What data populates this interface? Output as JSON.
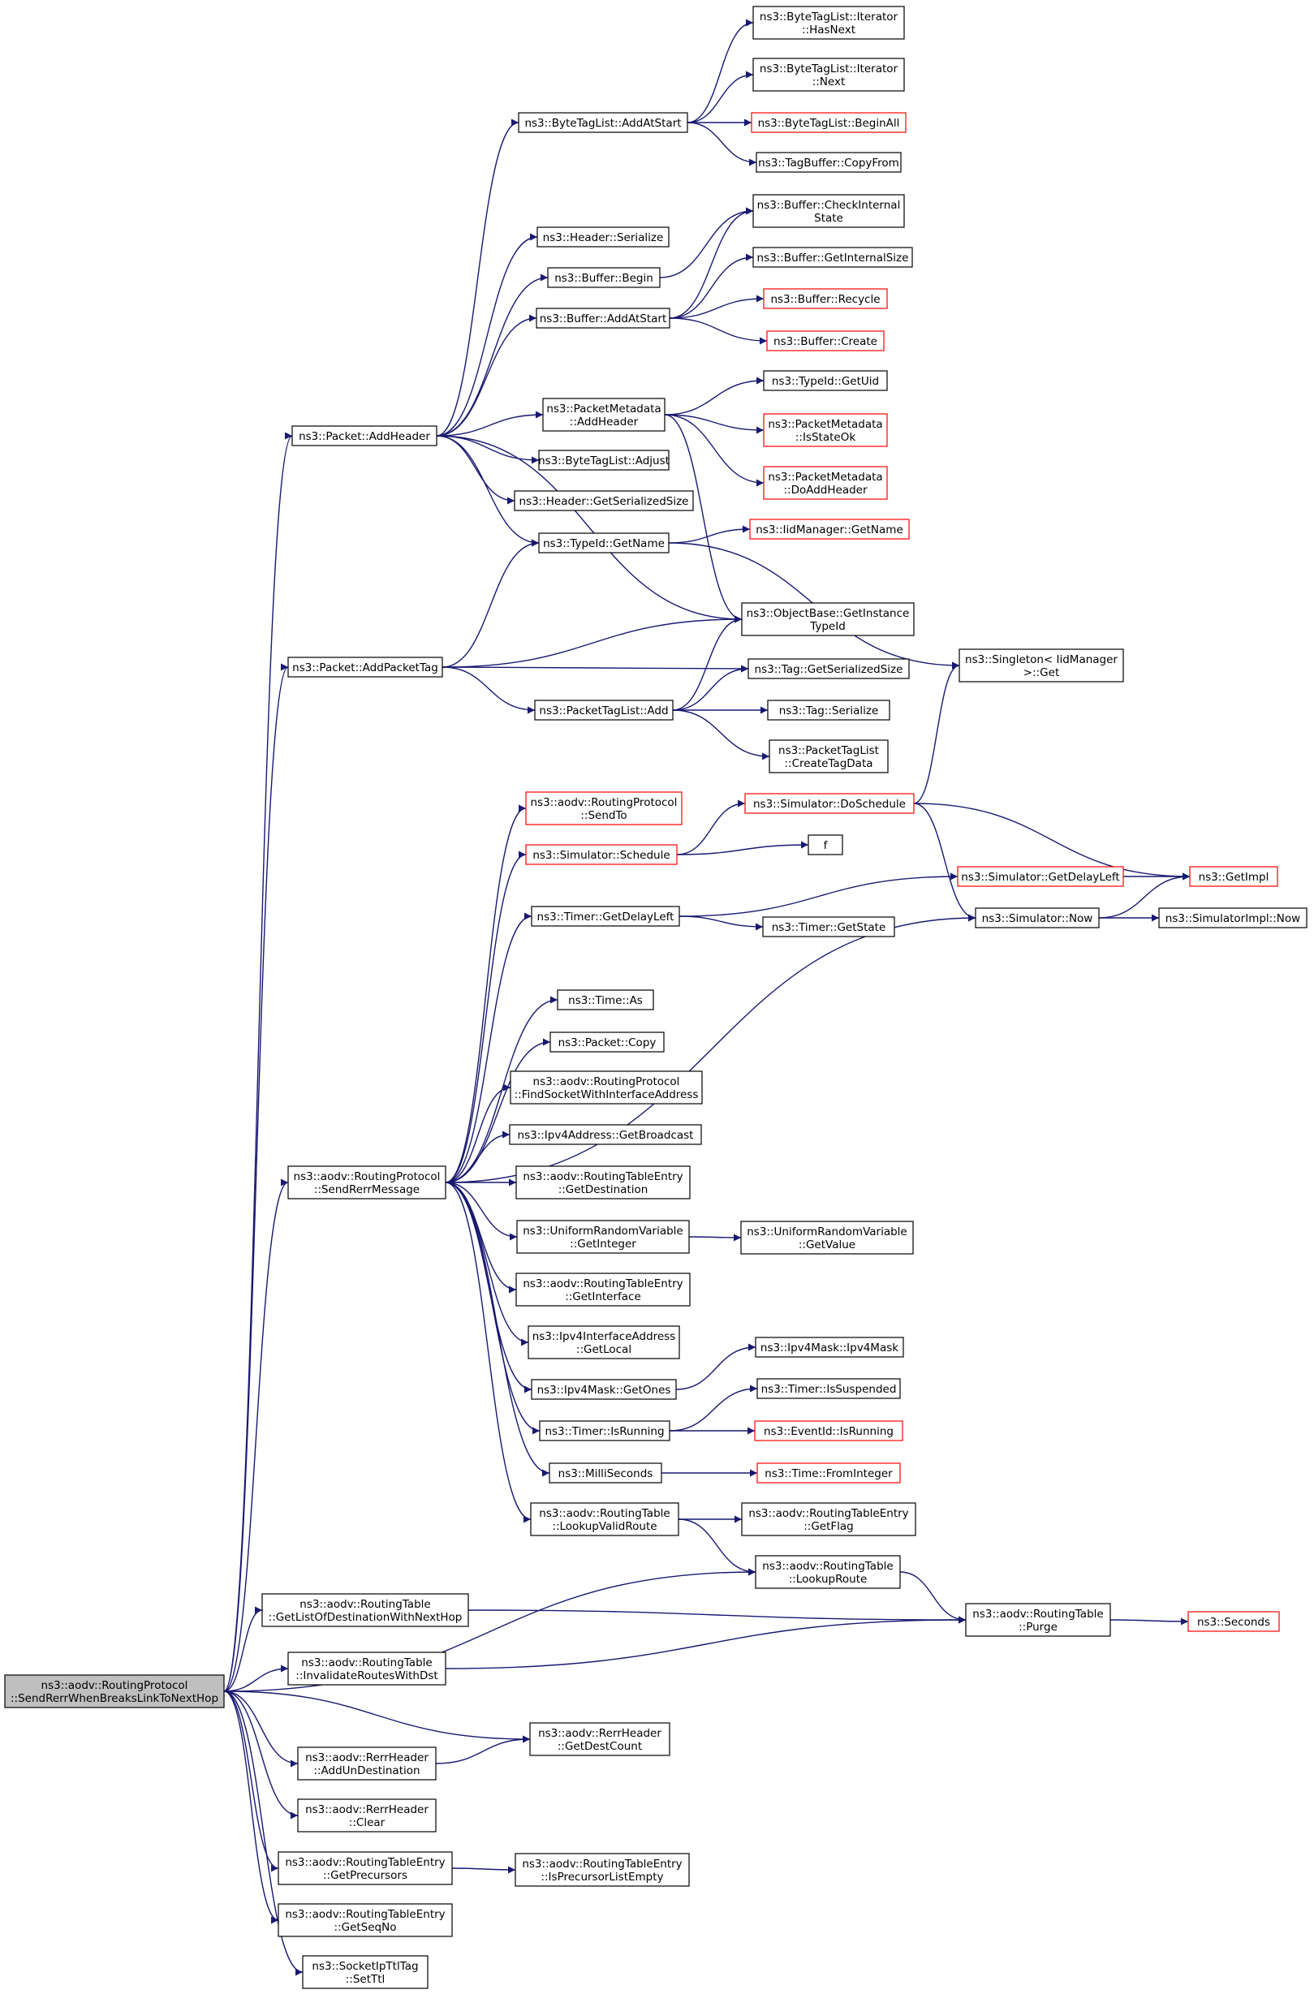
{
  "colors": {
    "edge": "#191970",
    "node_border": "#000000",
    "node_border_truncated": "#ff0000",
    "node_fill": "#ffffff",
    "root_fill": "#bfbfbf",
    "text": "#000000"
  },
  "nodes": [
    {
      "id": "root",
      "lines": [
        "ns3::aodv::RoutingProtocol",
        "::SendRerrWhenBreaksLinkToNextHop"
      ],
      "style": "root"
    },
    {
      "id": "addHeader",
      "lines": [
        "ns3::Packet::AddHeader"
      ],
      "style": "normal"
    },
    {
      "id": "addPacketTag",
      "lines": [
        "ns3::Packet::AddPacketTag"
      ],
      "style": "normal"
    },
    {
      "id": "sendRerrMessage",
      "lines": [
        "ns3::aodv::RoutingProtocol",
        "::SendRerrMessage"
      ],
      "style": "normal"
    },
    {
      "id": "getListOfDest",
      "lines": [
        "ns3::aodv::RoutingTable",
        "::GetListOfDestinationWithNextHop"
      ],
      "style": "normal"
    },
    {
      "id": "invalidateRoutes",
      "lines": [
        "ns3::aodv::RoutingTable",
        "::InvalidateRoutesWithDst"
      ],
      "style": "normal"
    },
    {
      "id": "addUnDestination",
      "lines": [
        "ns3::aodv::RerrHeader",
        "::AddUnDestination"
      ],
      "style": "normal"
    },
    {
      "id": "rerrClear",
      "lines": [
        "ns3::aodv::RerrHeader",
        "::Clear"
      ],
      "style": "normal"
    },
    {
      "id": "getPrecursors",
      "lines": [
        "ns3::aodv::RoutingTableEntry",
        "::GetPrecursors"
      ],
      "style": "normal"
    },
    {
      "id": "getSeqNo",
      "lines": [
        "ns3::aodv::RoutingTableEntry",
        "::GetSeqNo"
      ],
      "style": "normal"
    },
    {
      "id": "setTtl",
      "lines": [
        "ns3::SocketIpTtlTag",
        "::SetTtl"
      ],
      "style": "normal"
    },
    {
      "id": "btlAddAtStart",
      "lines": [
        "ns3::ByteTagList::AddAtStart"
      ],
      "style": "normal"
    },
    {
      "id": "headerSerialize",
      "lines": [
        "ns3::Header::Serialize"
      ],
      "style": "normal"
    },
    {
      "id": "bufferBegin",
      "lines": [
        "ns3::Buffer::Begin"
      ],
      "style": "normal"
    },
    {
      "id": "bufferAddAtStart",
      "lines": [
        "ns3::Buffer::AddAtStart"
      ],
      "style": "normal"
    },
    {
      "id": "pmAddHeader",
      "lines": [
        "ns3::PacketMetadata",
        "::AddHeader"
      ],
      "style": "normal"
    },
    {
      "id": "btlAdjust",
      "lines": [
        "ns3::ByteTagList::Adjust"
      ],
      "style": "normal"
    },
    {
      "id": "headerGetSerSize",
      "lines": [
        "ns3::Header::GetSerializedSize"
      ],
      "style": "normal"
    },
    {
      "id": "typeIdGetName",
      "lines": [
        "ns3::TypeId::GetName"
      ],
      "style": "normal"
    },
    {
      "id": "ptlAdd",
      "lines": [
        "ns3::PacketTagList::Add"
      ],
      "style": "normal"
    },
    {
      "id": "iterHasNext",
      "lines": [
        "ns3::ByteTagList::Iterator",
        "::HasNext"
      ],
      "style": "normal"
    },
    {
      "id": "iterNext",
      "lines": [
        "ns3::ByteTagList::Iterator",
        "::Next"
      ],
      "style": "normal"
    },
    {
      "id": "btlBeginAll",
      "lines": [
        "ns3::ByteTagList::BeginAll"
      ],
      "style": "truncated"
    },
    {
      "id": "tagBufCopyFrom",
      "lines": [
        "ns3::TagBuffer::CopyFrom"
      ],
      "style": "normal"
    },
    {
      "id": "bufCheckInternal",
      "lines": [
        "ns3::Buffer::CheckInternal",
        "State"
      ],
      "style": "normal"
    },
    {
      "id": "bufGetInternalSize",
      "lines": [
        "ns3::Buffer::GetInternalSize"
      ],
      "style": "normal"
    },
    {
      "id": "bufRecycle",
      "lines": [
        "ns3::Buffer::Recycle"
      ],
      "style": "truncated"
    },
    {
      "id": "bufCreate",
      "lines": [
        "ns3::Buffer::Create"
      ],
      "style": "truncated"
    },
    {
      "id": "typeIdGetUid",
      "lines": [
        "ns3::TypeId::GetUid"
      ],
      "style": "normal"
    },
    {
      "id": "pmIsStateOk",
      "lines": [
        "ns3::PacketMetadata",
        "::IsStateOk"
      ],
      "style": "truncated"
    },
    {
      "id": "pmDoAddHeader",
      "lines": [
        "ns3::PacketMetadata",
        "::DoAddHeader"
      ],
      "style": "truncated"
    },
    {
      "id": "iidMgrGetName",
      "lines": [
        "ns3::IidManager::GetName"
      ],
      "style": "truncated"
    },
    {
      "id": "objGetInstanceTypeId",
      "lines": [
        "ns3::ObjectBase::GetInstance",
        "TypeId"
      ],
      "style": "normal"
    },
    {
      "id": "tagGetSerSize",
      "lines": [
        "ns3::Tag::GetSerializedSize"
      ],
      "style": "normal"
    },
    {
      "id": "tagSerialize",
      "lines": [
        "ns3::Tag::Serialize"
      ],
      "style": "normal"
    },
    {
      "id": "ptlCreateTagData",
      "lines": [
        "ns3::PacketTagList",
        "::CreateTagData"
      ],
      "style": "normal"
    },
    {
      "id": "singletonGet",
      "lines": [
        "ns3::Singleton< IidManager",
        ">::Get"
      ],
      "style": "normal"
    },
    {
      "id": "rpSendTo",
      "lines": [
        "ns3::aodv::RoutingProtocol",
        "::SendTo"
      ],
      "style": "truncated"
    },
    {
      "id": "simSchedule",
      "lines": [
        "ns3::Simulator::Schedule"
      ],
      "style": "truncated"
    },
    {
      "id": "timerGetDelayLeft",
      "lines": [
        "ns3::Timer::GetDelayLeft"
      ],
      "style": "normal"
    },
    {
      "id": "timeAs",
      "lines": [
        "ns3::Time::As"
      ],
      "style": "normal"
    },
    {
      "id": "packetCopy",
      "lines": [
        "ns3::Packet::Copy"
      ],
      "style": "normal"
    },
    {
      "id": "findSocket",
      "lines": [
        "ns3::aodv::RoutingProtocol",
        "::FindSocketWithInterfaceAddress"
      ],
      "style": "normal"
    },
    {
      "id": "ipv4GetBroadcast",
      "lines": [
        "ns3::Ipv4Address::GetBroadcast"
      ],
      "style": "normal"
    },
    {
      "id": "rteGetDestination",
      "lines": [
        "ns3::aodv::RoutingTableEntry",
        "::GetDestination"
      ],
      "style": "normal"
    },
    {
      "id": "urvGetInteger",
      "lines": [
        "ns3::UniformRandomVariable",
        "::GetInteger"
      ],
      "style": "normal"
    },
    {
      "id": "rteGetInterface",
      "lines": [
        "ns3::aodv::RoutingTableEntry",
        "::GetInterface"
      ],
      "style": "normal"
    },
    {
      "id": "ifaceGetLocal",
      "lines": [
        "ns3::Ipv4InterfaceAddress",
        "::GetLocal"
      ],
      "style": "normal"
    },
    {
      "id": "maskGetOnes",
      "lines": [
        "ns3::Ipv4Mask::GetOnes"
      ],
      "style": "normal"
    },
    {
      "id": "timerIsRunning",
      "lines": [
        "ns3::Timer::IsRunning"
      ],
      "style": "normal"
    },
    {
      "id": "milliSeconds",
      "lines": [
        "ns3::MilliSeconds"
      ],
      "style": "normal"
    },
    {
      "id": "rtLookupValidRoute",
      "lines": [
        "ns3::aodv::RoutingTable",
        "::LookupValidRoute"
      ],
      "style": "normal"
    },
    {
      "id": "simDoSchedule",
      "lines": [
        "ns3::Simulator::DoSchedule"
      ],
      "style": "truncated"
    },
    {
      "id": "fNode",
      "lines": [
        "f"
      ],
      "style": "normal"
    },
    {
      "id": "simGetDelayLeft",
      "lines": [
        "ns3::Simulator::GetDelayLeft"
      ],
      "style": "truncated"
    },
    {
      "id": "timerGetState",
      "lines": [
        "ns3::Timer::GetState"
      ],
      "style": "normal"
    },
    {
      "id": "simNow",
      "lines": [
        "ns3::Simulator::Now"
      ],
      "style": "normal"
    },
    {
      "id": "getImpl",
      "lines": [
        "ns3::GetImpl"
      ],
      "style": "truncated"
    },
    {
      "id": "simImplNow",
      "lines": [
        "ns3::SimulatorImpl::Now"
      ],
      "style": "normal"
    },
    {
      "id": "urvGetValue",
      "lines": [
        "ns3::UniformRandomVariable",
        "::GetValue"
      ],
      "style": "normal"
    },
    {
      "id": "maskCtor",
      "lines": [
        "ns3::Ipv4Mask::Ipv4Mask"
      ],
      "style": "normal"
    },
    {
      "id": "timerIsSuspended",
      "lines": [
        "ns3::Timer::IsSuspended"
      ],
      "style": "normal"
    },
    {
      "id": "eventIdIsRunning",
      "lines": [
        "ns3::EventId::IsRunning"
      ],
      "style": "truncated"
    },
    {
      "id": "timeFromInteger",
      "lines": [
        "ns3::Time::FromInteger"
      ],
      "style": "truncated"
    },
    {
      "id": "rteGetFlag",
      "lines": [
        "ns3::aodv::RoutingTableEntry",
        "::GetFlag"
      ],
      "style": "normal"
    },
    {
      "id": "rtLookupRoute",
      "lines": [
        "ns3::aodv::RoutingTable",
        "::LookupRoute"
      ],
      "style": "normal"
    },
    {
      "id": "rtPurge",
      "lines": [
        "ns3::aodv::RoutingTable",
        "::Purge"
      ],
      "style": "normal"
    },
    {
      "id": "secondsNode",
      "lines": [
        "ns3::Seconds"
      ],
      "style": "truncated"
    },
    {
      "id": "rerrGetDestCount",
      "lines": [
        "ns3::aodv::RerrHeader",
        "::GetDestCount"
      ],
      "style": "normal"
    },
    {
      "id": "rteIsPrecursorListEmpty",
      "lines": [
        "ns3::aodv::RoutingTableEntry",
        "::IsPrecursorListEmpty"
      ],
      "style": "normal"
    }
  ],
  "edges": [
    [
      "root",
      "addHeader"
    ],
    [
      "root",
      "addPacketTag"
    ],
    [
      "root",
      "sendRerrMessage"
    ],
    [
      "root",
      "rtLookupRoute"
    ],
    [
      "root",
      "getListOfDest"
    ],
    [
      "root",
      "invalidateRoutes"
    ],
    [
      "root",
      "rerrGetDestCount"
    ],
    [
      "root",
      "addUnDestination"
    ],
    [
      "root",
      "rerrClear"
    ],
    [
      "root",
      "getPrecursors"
    ],
    [
      "root",
      "getSeqNo"
    ],
    [
      "root",
      "setTtl"
    ],
    [
      "addHeader",
      "btlAddAtStart"
    ],
    [
      "addHeader",
      "headerSerialize"
    ],
    [
      "addHeader",
      "bufferBegin"
    ],
    [
      "addHeader",
      "bufferAddAtStart"
    ],
    [
      "addHeader",
      "pmAddHeader"
    ],
    [
      "addHeader",
      "btlAdjust"
    ],
    [
      "addHeader",
      "headerGetSerSize"
    ],
    [
      "addHeader",
      "typeIdGetName"
    ],
    [
      "addHeader",
      "objGetInstanceTypeId"
    ],
    [
      "btlAddAtStart",
      "iterHasNext"
    ],
    [
      "btlAddAtStart",
      "iterNext"
    ],
    [
      "btlAddAtStart",
      "btlBeginAll"
    ],
    [
      "btlAddAtStart",
      "tagBufCopyFrom"
    ],
    [
      "bufferBegin",
      "bufCheckInternal"
    ],
    [
      "bufferAddAtStart",
      "bufCheckInternal"
    ],
    [
      "bufferAddAtStart",
      "bufGetInternalSize"
    ],
    [
      "bufferAddAtStart",
      "bufRecycle"
    ],
    [
      "bufferAddAtStart",
      "bufCreate"
    ],
    [
      "pmAddHeader",
      "typeIdGetUid"
    ],
    [
      "pmAddHeader",
      "pmIsStateOk"
    ],
    [
      "pmAddHeader",
      "pmDoAddHeader"
    ],
    [
      "pmAddHeader",
      "objGetInstanceTypeId"
    ],
    [
      "typeIdGetName",
      "iidMgrGetName"
    ],
    [
      "typeIdGetName",
      "singletonGet"
    ],
    [
      "addPacketTag",
      "typeIdGetName"
    ],
    [
      "addPacketTag",
      "objGetInstanceTypeId"
    ],
    [
      "addPacketTag",
      "tagGetSerSize"
    ],
    [
      "addPacketTag",
      "ptlAdd"
    ],
    [
      "ptlAdd",
      "objGetInstanceTypeId"
    ],
    [
      "ptlAdd",
      "tagGetSerSize"
    ],
    [
      "ptlAdd",
      "tagSerialize"
    ],
    [
      "ptlAdd",
      "ptlCreateTagData"
    ],
    [
      "sendRerrMessage",
      "rpSendTo"
    ],
    [
      "sendRerrMessage",
      "simSchedule"
    ],
    [
      "sendRerrMessage",
      "timerGetDelayLeft"
    ],
    [
      "sendRerrMessage",
      "simNow"
    ],
    [
      "sendRerrMessage",
      "timeAs"
    ],
    [
      "sendRerrMessage",
      "packetCopy"
    ],
    [
      "sendRerrMessage",
      "findSocket"
    ],
    [
      "sendRerrMessage",
      "ipv4GetBroadcast"
    ],
    [
      "sendRerrMessage",
      "rteGetDestination"
    ],
    [
      "sendRerrMessage",
      "urvGetInteger"
    ],
    [
      "sendRerrMessage",
      "rteGetInterface"
    ],
    [
      "sendRerrMessage",
      "ifaceGetLocal"
    ],
    [
      "sendRerrMessage",
      "maskGetOnes"
    ],
    [
      "sendRerrMessage",
      "timerIsRunning"
    ],
    [
      "sendRerrMessage",
      "milliSeconds"
    ],
    [
      "sendRerrMessage",
      "rtLookupValidRoute"
    ],
    [
      "simSchedule",
      "simDoSchedule"
    ],
    [
      "simSchedule",
      "fNode"
    ],
    [
      "simDoSchedule",
      "singletonGet"
    ],
    [
      "simDoSchedule",
      "getImpl"
    ],
    [
      "simDoSchedule",
      "simNow"
    ],
    [
      "timerGetDelayLeft",
      "simGetDelayLeft"
    ],
    [
      "timerGetDelayLeft",
      "timerGetState"
    ],
    [
      "simGetDelayLeft",
      "getImpl"
    ],
    [
      "simNow",
      "getImpl"
    ],
    [
      "simNow",
      "simImplNow"
    ],
    [
      "urvGetInteger",
      "urvGetValue"
    ],
    [
      "maskGetOnes",
      "maskCtor"
    ],
    [
      "timerIsRunning",
      "timerIsSuspended"
    ],
    [
      "timerIsRunning",
      "eventIdIsRunning"
    ],
    [
      "milliSeconds",
      "timeFromInteger"
    ],
    [
      "rtLookupValidRoute",
      "rteGetFlag"
    ],
    [
      "rtLookupValidRoute",
      "rtLookupRoute"
    ],
    [
      "rtLookupRoute",
      "rtPurge"
    ],
    [
      "getListOfDest",
      "rtPurge"
    ],
    [
      "invalidateRoutes",
      "rtPurge"
    ],
    [
      "rtPurge",
      "secondsNode"
    ],
    [
      "addUnDestination",
      "rerrGetDestCount"
    ],
    [
      "getPrecursors",
      "rteIsPrecursorListEmpty"
    ]
  ]
}
